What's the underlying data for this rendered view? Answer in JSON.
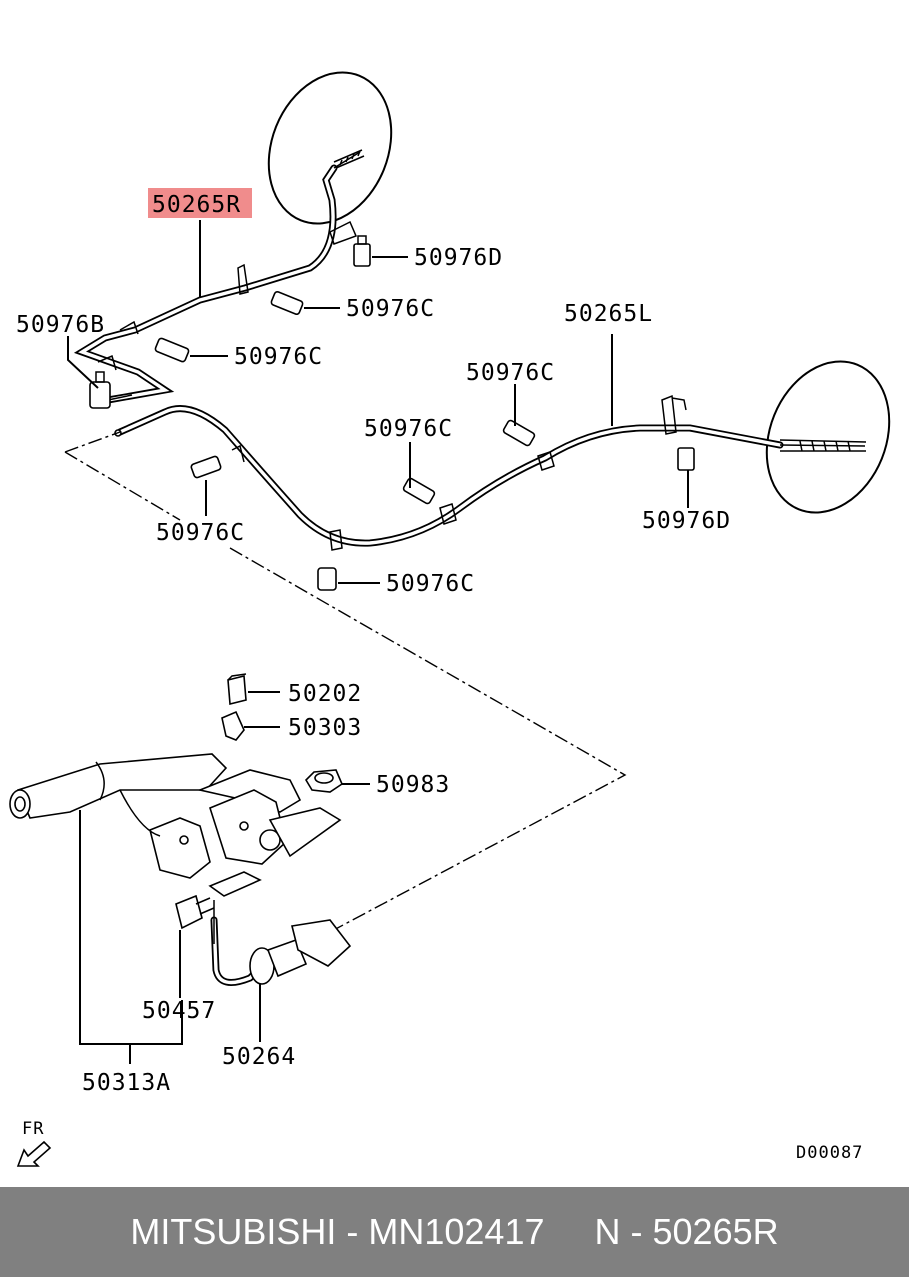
{
  "diagram": {
    "highlight_color": "#f08c8c",
    "labels": {
      "p50265R": "50265R",
      "p50976D_top": "50976D",
      "p50976C_a": "50976C",
      "p50976B": "50976B",
      "p50976C_b": "50976C",
      "p50265L": "50265L",
      "p50976C_c": "50976C",
      "p50976C_d": "50976C",
      "p50976D_right": "50976D",
      "p50976C_e": "50976C",
      "p50976C_f": "50976C",
      "p50202": "50202",
      "p50303": "50303",
      "p50983": "50983",
      "p50457": "50457",
      "p50264": "50264",
      "p50313A": "50313A",
      "fr": "FR",
      "code": "D00087"
    }
  },
  "footer": {
    "text": "MITSUBISHI - MN102417     N - 50265R"
  }
}
